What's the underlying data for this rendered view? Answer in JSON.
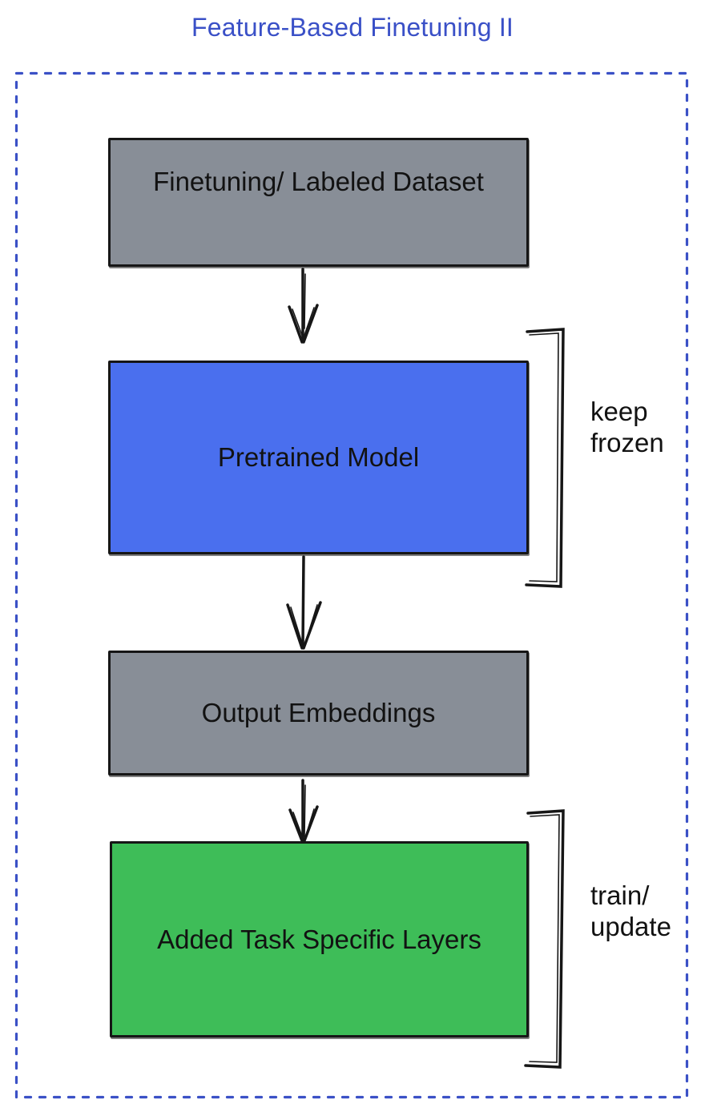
{
  "title": {
    "text": "Feature-Based Finetuning II"
  },
  "colors": {
    "title": "#3a50c7",
    "frame": "#3b51c6",
    "gray_box": "#888e97",
    "blue_box": "#4a6fee",
    "green_box": "#3ebd58",
    "ink": "#161616"
  },
  "boxes": [
    {
      "label": "Finetuning/ Labeled Dataset"
    },
    {
      "label": "Pretrained Model"
    },
    {
      "label": "Output Embeddings"
    },
    {
      "label": "Added Task Specific Layers"
    }
  ],
  "annotations": [
    {
      "lines": [
        "keep",
        "frozen"
      ]
    },
    {
      "lines": [
        "train/",
        "update"
      ]
    }
  ]
}
